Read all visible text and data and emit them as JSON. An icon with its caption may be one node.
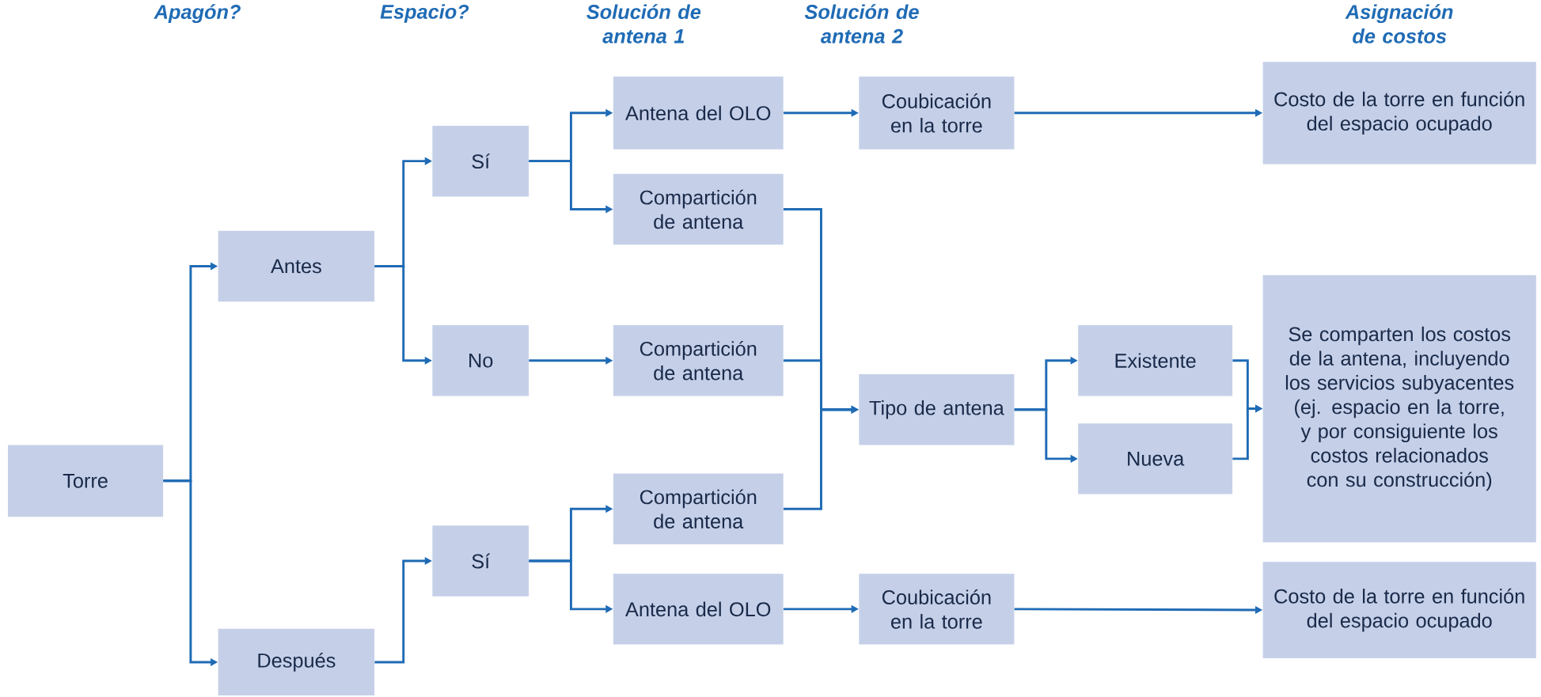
{
  "diagram": {
    "nodes": [
      {
        "text": [
          "Torre"
        ]
      },
      {
        "text": [
          "Antes"
        ]
      },
      {
        "text": [
          "Después"
        ]
      },
      {
        "text": [
          "Sí"
        ]
      },
      {
        "text": [
          "No"
        ]
      },
      {
        "text": [
          "Sí"
        ]
      },
      {
        "text": [
          "Antena del OLO"
        ]
      },
      {
        "text": [
          "Compartición de antena"
        ]
      },
      {
        "text": [
          "Compartición de antena"
        ]
      },
      {
        "text": [
          "Compartición de antena"
        ]
      },
      {
        "text": [
          "Antena del OLO"
        ]
      },
      {
        "text": [
          "Coubicación en la torre"
        ]
      },
      {
        "text": [
          "Tipo de antena"
        ]
      },
      {
        "text": [
          "Coubicación en la torre"
        ]
      },
      {
        "text": [
          "Existente"
        ]
      },
      {
        "text": [
          "Nueva"
        ]
      },
      {
        "text": [
          "Costo de la torre en función del espacio ocupado"
        ]
      },
      {
        "text": [
          "Se comparten los costos de la antena, incluyendo los servicios subyacentes (ej. espacio en la torre, y por consiguiente los costos relacionados con su construcción)"
        ]
      },
      {
        "text": [
          "Costo de la torre en función del espacio ocupado"
        ]
      }
    ],
    "edges": [
      {
        "from": 0,
        "to": 1,
        "arrow": "to"
      },
      {
        "from": 0,
        "to": 2,
        "arrow": "to"
      },
      {
        "from": 1,
        "to": 3,
        "arrow": "to"
      },
      {
        "from": 1,
        "to": 4,
        "arrow": "to"
      },
      {
        "from": 2,
        "to": 5,
        "arrow": "to"
      },
      {
        "from": 3,
        "to": 6,
        "arrow": "to"
      },
      {
        "from": 3,
        "to": 7,
        "arrow": "to"
      },
      {
        "from": 4,
        "to": 8,
        "arrow": "to"
      },
      {
        "from": 5,
        "to": 9,
        "arrow": "to"
      },
      {
        "from": 5,
        "to": 10,
        "arrow": "to"
      },
      {
        "from": 6,
        "to": 11,
        "arrow": "to"
      },
      {
        "from": 10,
        "to": 13,
        "arrow": "to"
      },
      {
        "from": 11,
        "to": 16,
        "arrow": "to"
      },
      {
        "from": 13,
        "to": 18,
        "arrow": "to"
      },
      {
        "from": 7,
        "to": 12,
        "arrow": "to"
      },
      {
        "from": 8,
        "to": 12,
        "arrow": "to"
      },
      {
        "from": 9,
        "to": 12,
        "arrow": "to"
      },
      {
        "from": 12,
        "to": 14,
        "arrow": "to"
      },
      {
        "from": 12,
        "to": 15,
        "arrow": "to"
      },
      {
        "from": 14,
        "to": 17,
        "arrow": "to"
      },
      {
        "from": 15,
        "to": 17,
        "arrow": "to"
      }
    ],
    "labels": [
      "Apagón?",
      "Espacio?",
      "Solución de antena 1",
      "Solución de antena 2",
      "Asignación de costos"
    ]
  }
}
